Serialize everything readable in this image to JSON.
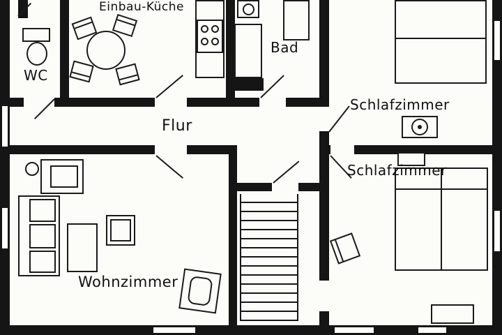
{
  "floorplan": {
    "colors": {
      "wall": "#151515",
      "background": "#fcfcf9",
      "line": "#1a1a1a"
    },
    "rooms": {
      "kitchen": {
        "label": "Einbau-Küche"
      },
      "wc": {
        "label": "WC"
      },
      "bathroom": {
        "label": "Bad"
      },
      "hallway": {
        "label": "Flur"
      },
      "bedroom_top": {
        "label": "Schlafzimmer"
      },
      "bedroom_bottom": {
        "label": "Schlafzimmer"
      },
      "living_room": {
        "label": "Wohnzimmer"
      }
    },
    "furniture_icons": [
      "round-dining-table",
      "dining-chair",
      "stove-burners",
      "kitchen-counter",
      "toilet",
      "washbasin",
      "shower",
      "bathtub",
      "double-bed",
      "dresser-with-mirror",
      "nightstand",
      "sofa",
      "armchair",
      "plant",
      "coffee-table",
      "side-table",
      "tv-cabinet",
      "staircase",
      "door-swing",
      "window"
    ]
  }
}
